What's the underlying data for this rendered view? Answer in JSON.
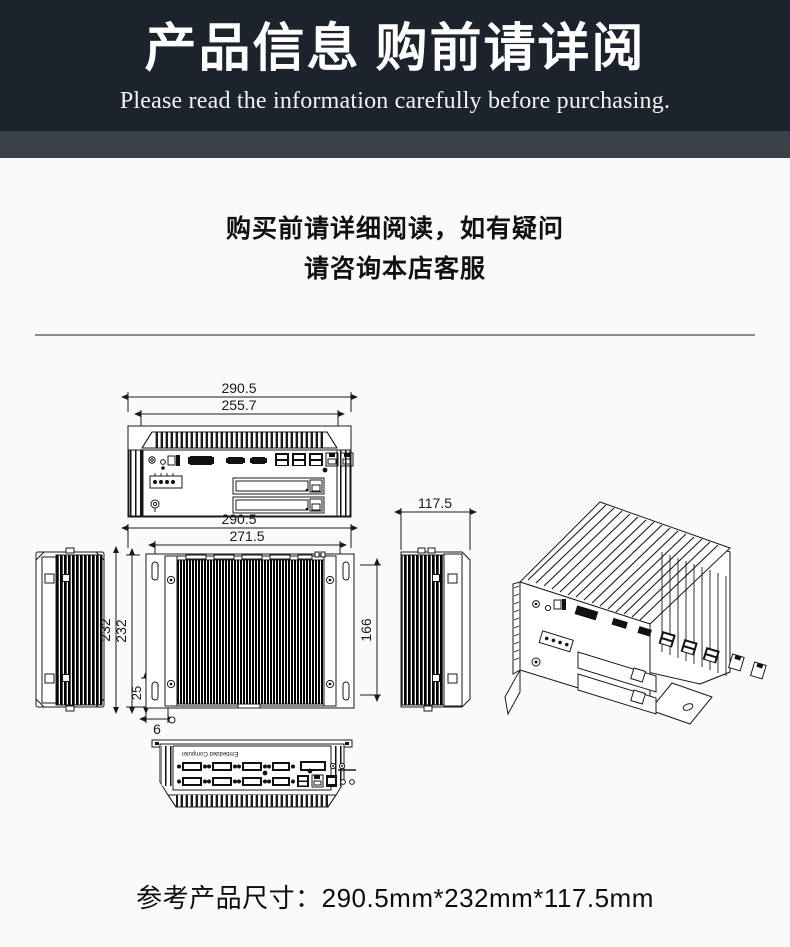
{
  "header": {
    "title_cn": "产品信息 购前请详阅",
    "subtitle_en": "Please read the information carefully before purchasing.",
    "bg_color": "#1c232c",
    "band_color": "#3b4148",
    "text_color": "#ffffff"
  },
  "notice": {
    "line1": "购买前请详细阅读，如有疑问",
    "line2": "请咨询本店客服",
    "text_color": "#111111"
  },
  "divider": {
    "color": "#8c8c8c"
  },
  "drawing": {
    "views": {
      "front": {
        "name": "front-elevation-view"
      },
      "top": {
        "name": "top-plan-view"
      },
      "left_side": {
        "name": "left-side-view"
      },
      "right_side": {
        "name": "right-side-view"
      },
      "rear": {
        "name": "rear-elevation-view"
      },
      "isometric": {
        "name": "isometric-product-view"
      }
    },
    "dimensions": {
      "front_overall_width": "290.5",
      "front_inner_width": "255.7",
      "top_overall_width": "290.5",
      "top_inner_width": "271.5",
      "top_overall_height": "232",
      "top_inner_height": "166",
      "top_offset_v": "25",
      "top_offset_h": "6",
      "side_depth": "117.5",
      "left_side_height": "232"
    },
    "labels": {
      "rear_brand": "Embedded Computer"
    },
    "line_color": "#1a1a1a",
    "fin_color": "#000000"
  },
  "caption": {
    "text": "参考产品尺寸：290.5mm*232mm*117.5mm",
    "product_size": "290.5mm*232mm*117.5mm"
  },
  "page": {
    "background": "#fafafa"
  }
}
